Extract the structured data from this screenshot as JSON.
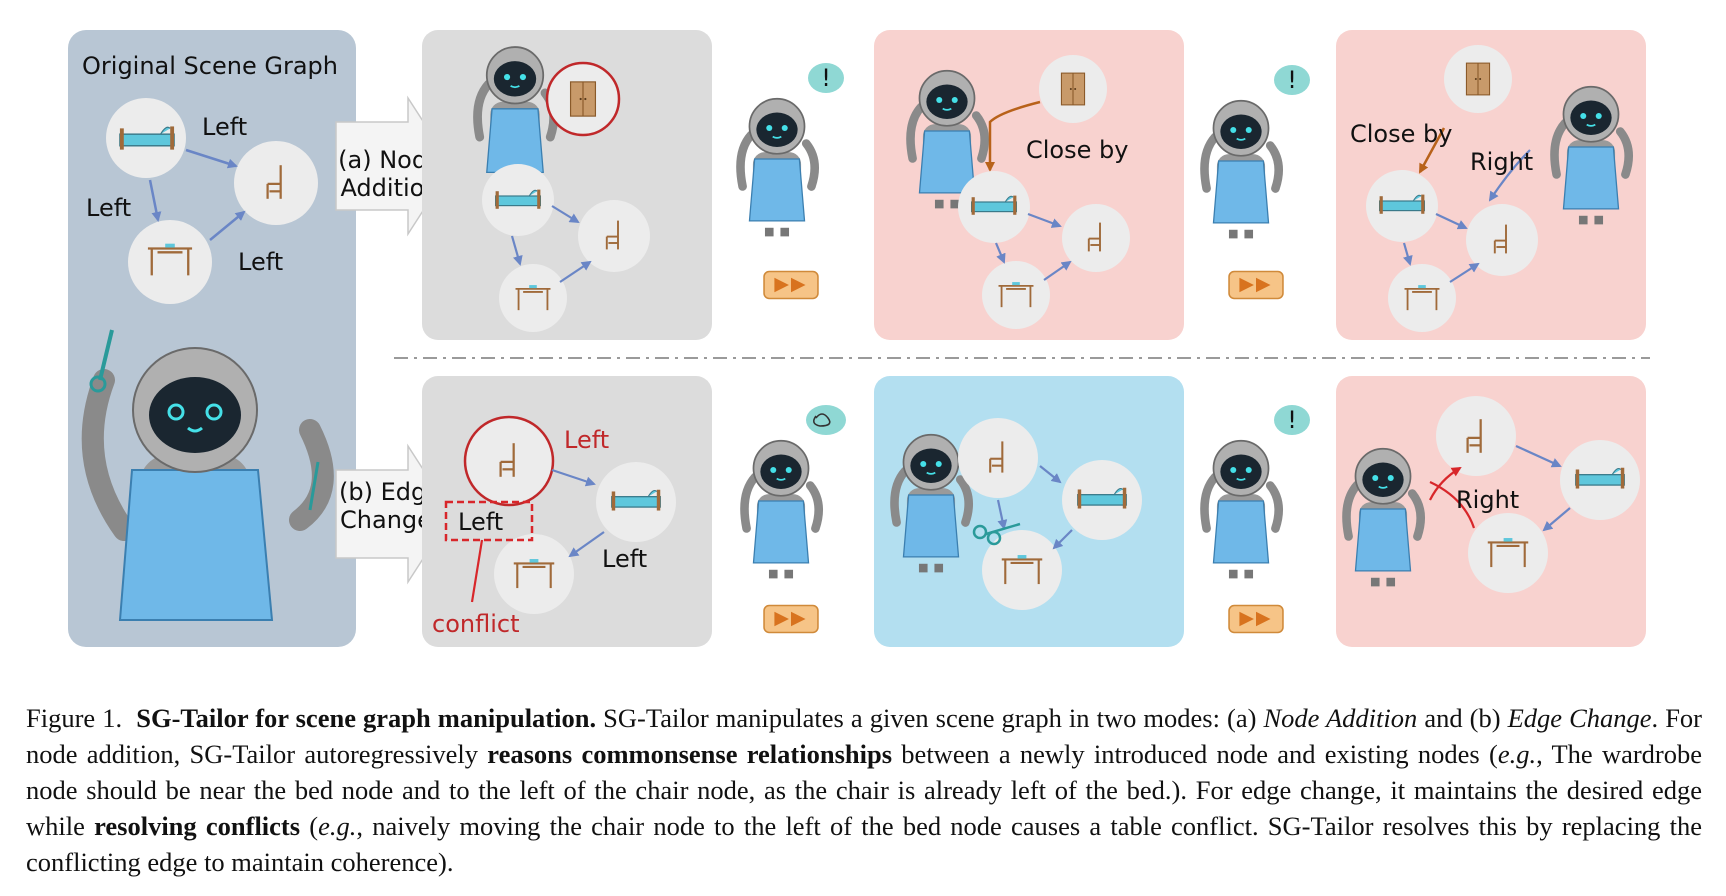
{
  "figure": {
    "original_title": "Original Scene Graph",
    "labels": {
      "left": "Left",
      "right": "Right",
      "close_by": "Close by",
      "conflict": "conflict",
      "node_addition": "(a) Node Addition",
      "node_addition_l1": "(a) Node",
      "node_addition_l2": "Addition",
      "edge_change_l1": "(b) Edge",
      "edge_change_l2": "Change",
      "exclaim": "!"
    },
    "colors": {
      "original_panel": "#b8c6d4",
      "gray_panel": "#dcdcdc",
      "pink_panel": "#f8d2cf",
      "blue_panel": "#b3dff0",
      "edge": "#6a86c6",
      "new_edge": "#b8621a",
      "conflict": "#d8262a",
      "ff_button": "#f6c487"
    }
  },
  "caption": {
    "label": "Figure 1.",
    "title": "SG-Tailor for scene graph manipulation.",
    "t1": " SG-Tailor manipulates a given scene graph in two modes: (a) ",
    "i1": "Node Addition",
    "t2": " and (b) ",
    "i2": "Edge Change",
    "t3": ". For node addition, SG-Tailor autoregressively ",
    "b1": "reasons commonsense relationships",
    "t4": " between a newly introduced node and existing nodes (",
    "i3": "e.g.",
    "t5": ", The wardrobe node should be near the bed node and to the left of the chair node, as the chair is already left of the bed.). For edge change, it maintains the desired edge while ",
    "b2": "resolving conflicts",
    "t6": " (",
    "i4": "e.g.",
    "t7": ", naively moving the chair node to the left of the bed node causes a table conflict. SG-Tailor resolves this by replacing the conflicting edge to maintain coherence)."
  }
}
